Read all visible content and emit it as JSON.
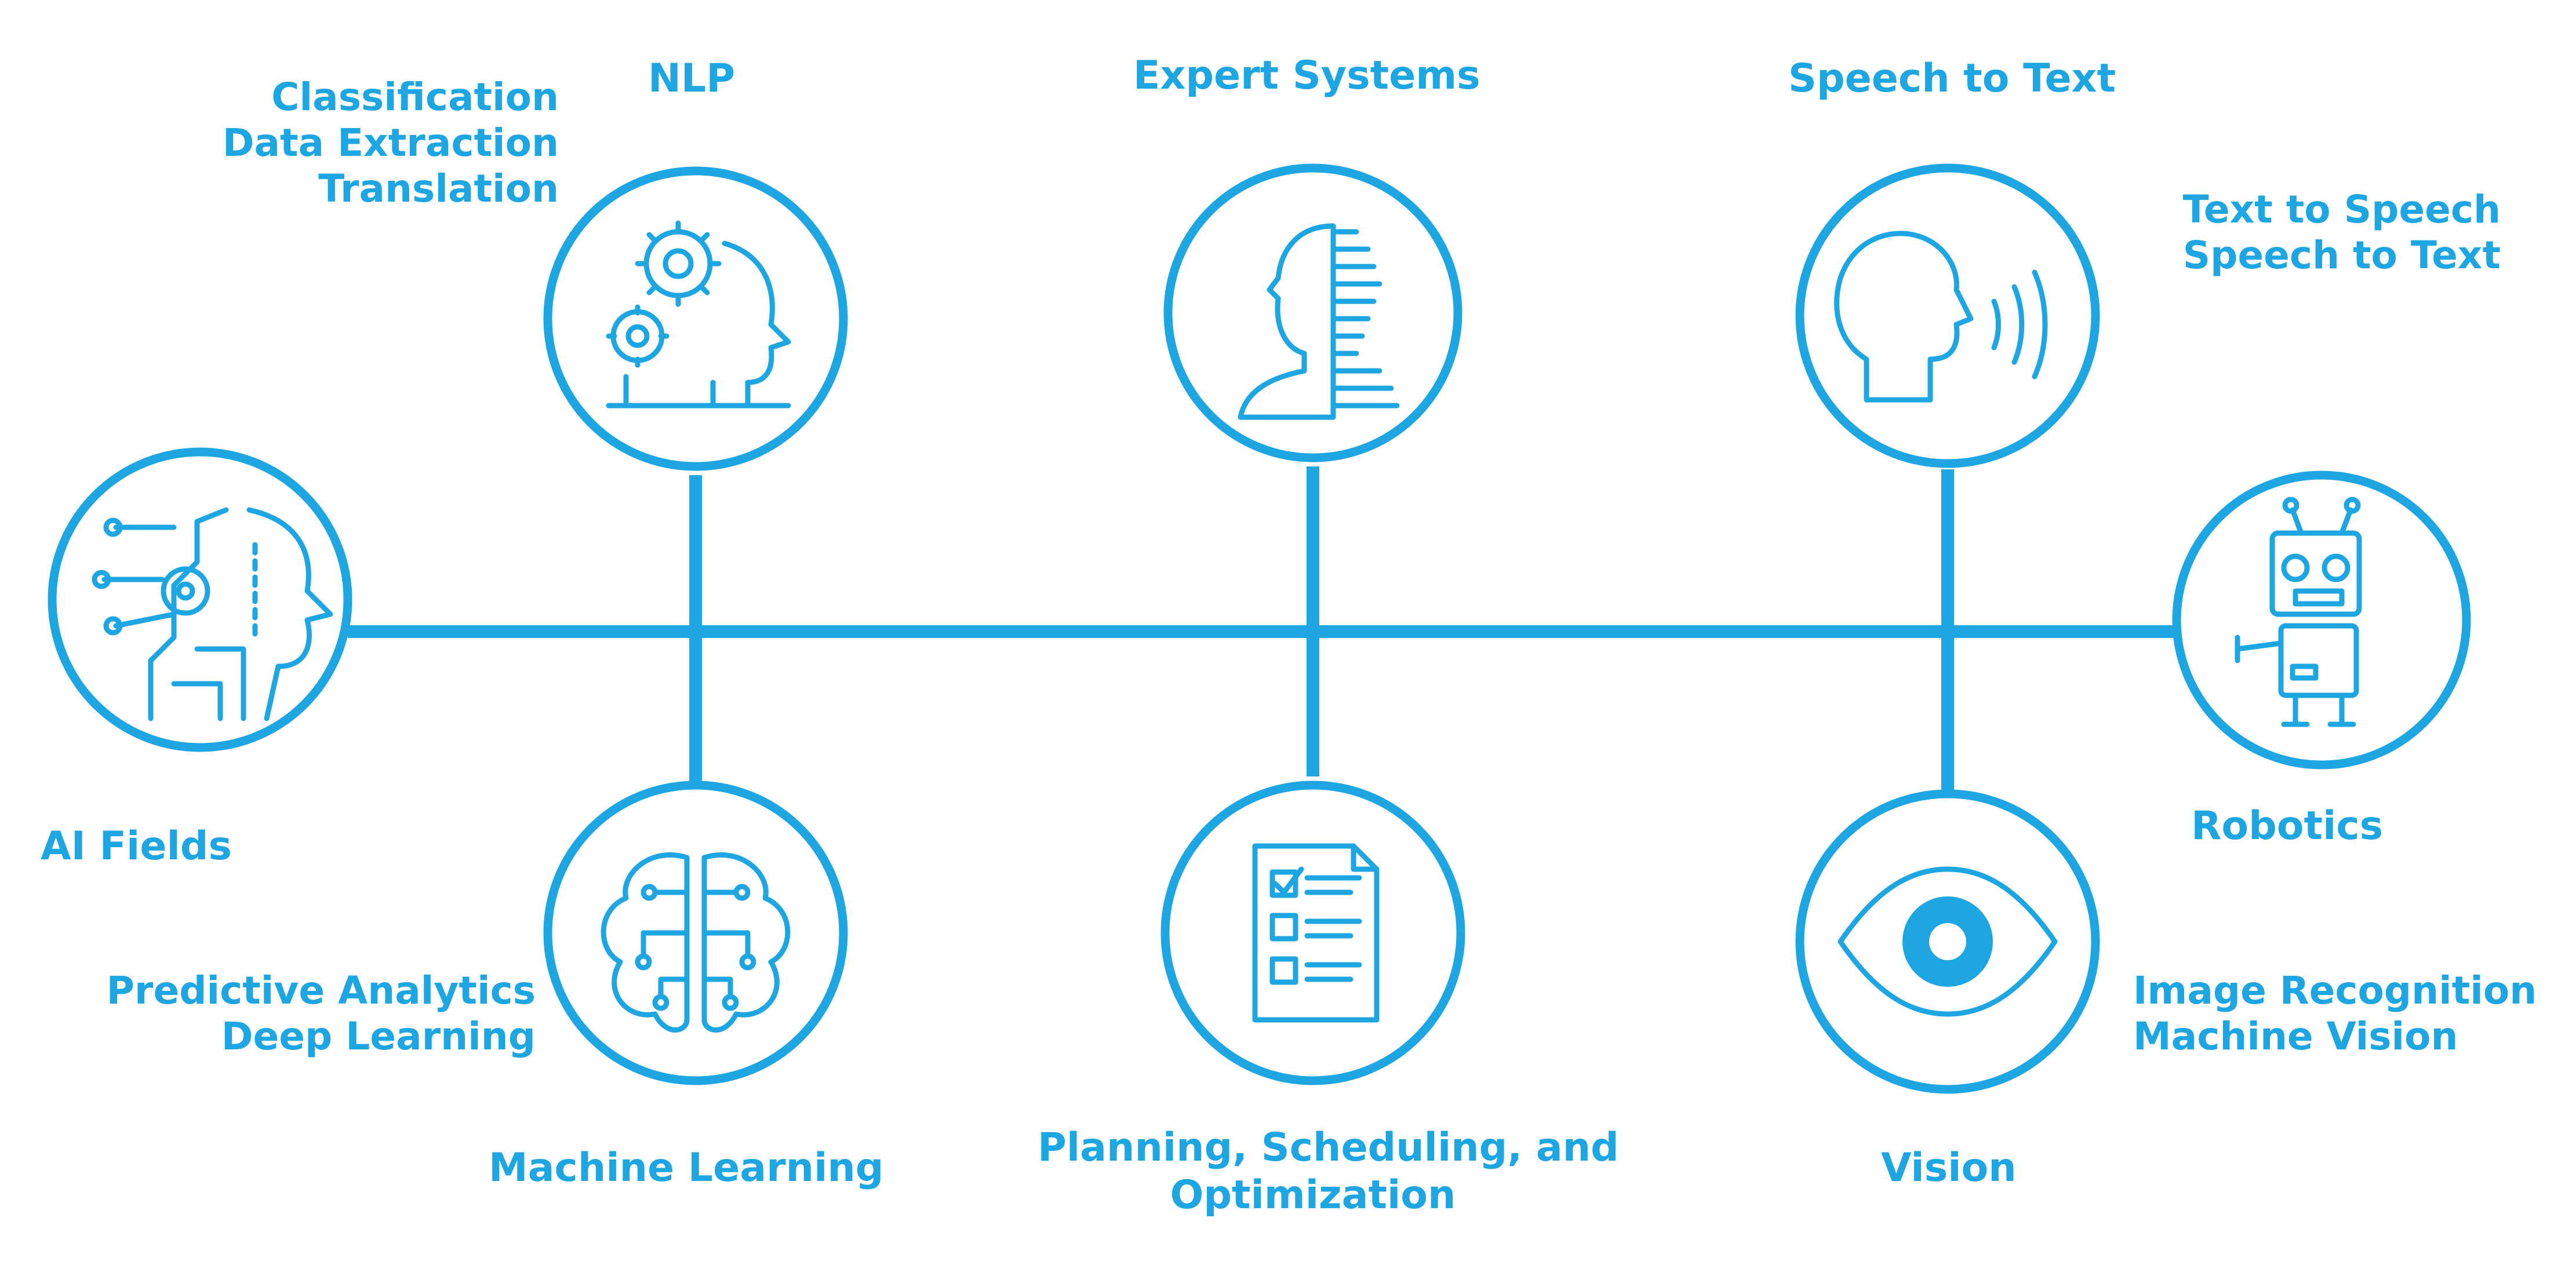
{
  "colors": {
    "accent": "#1ea6e3",
    "background": "#ffffff"
  },
  "nodes": {
    "ai_fields": {
      "title": "AI Fields",
      "icon": "ai-head-circuit-icon"
    },
    "nlp": {
      "title": "NLP",
      "items": [
        "Classification",
        "Data Extraction",
        "Translation"
      ],
      "icon": "gears-head-icon"
    },
    "expert_systems": {
      "title": "Expert Systems",
      "icon": "human-robot-half-head-icon"
    },
    "speech": {
      "title": "Speech to Text",
      "items": [
        "Text to Speech",
        "Speech to Text"
      ],
      "icon": "speaking-head-icon"
    },
    "robotics": {
      "title": "Robotics",
      "icon": "robot-icon"
    },
    "machine_learning": {
      "title": "Machine Learning",
      "items": [
        "Predictive Analytics",
        "Deep Learning"
      ],
      "icon": "circuit-brain-icon"
    },
    "planning": {
      "title_lines": [
        "Planning, Scheduling, and",
        "Optimization"
      ],
      "icon": "checklist-icon"
    },
    "vision": {
      "title": "Vision",
      "items": [
        "Image Recognition",
        "Machine Vision"
      ],
      "icon": "eye-icon"
    }
  }
}
